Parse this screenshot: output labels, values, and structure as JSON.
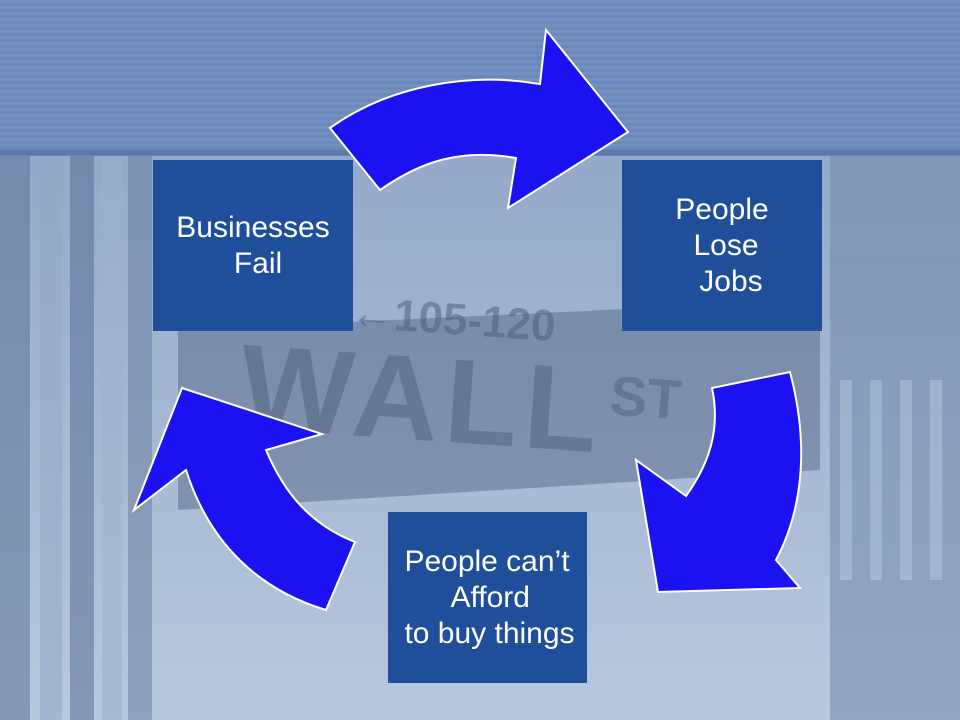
{
  "slide": {
    "background_sign": {
      "street_number_text": "←105-120",
      "street_name_text": "WALL",
      "street_suffix_text": "ST"
    },
    "cycle_nodes": [
      {
        "lines": [
          "People",
          "Lose",
          "Jobs"
        ]
      },
      {
        "lines": [
          "People can’t",
          "Afford",
          "to buy things"
        ]
      },
      {
        "lines": [
          "Businesses",
          "Fail"
        ]
      }
    ],
    "colors": {
      "box_fill": "#1f4f9a",
      "box_text": "#ffffff",
      "arrow_fill": "#1a12f0",
      "arrow_stroke": "#ffffff",
      "header_band": "#6f8fbf"
    }
  }
}
